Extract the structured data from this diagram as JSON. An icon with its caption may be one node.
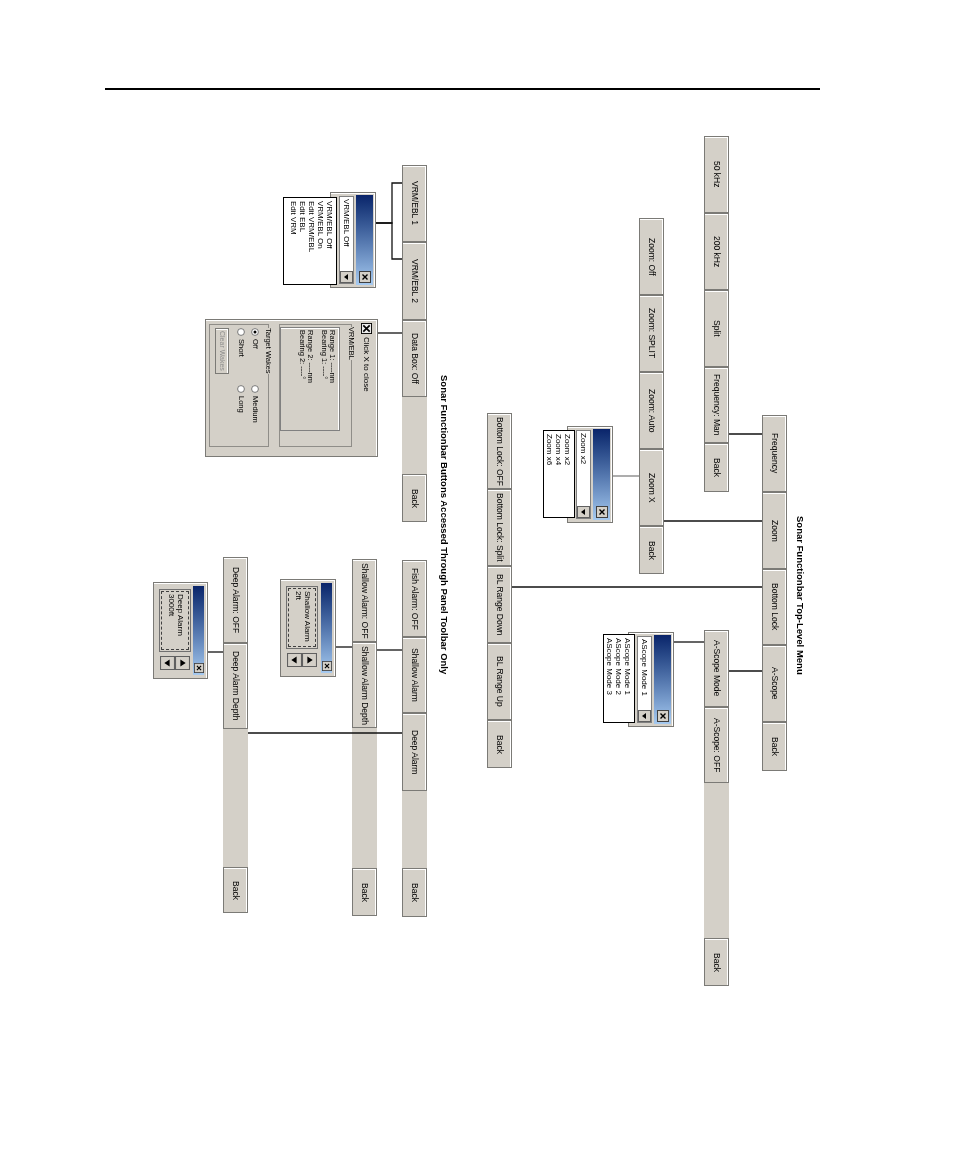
{
  "diagram": {
    "nodes": [
      {
        "text": [],
        "shape": "bar"
      },
      {
        "text": [
          "Frequency"
        ],
        "in": 0
      },
      {
        "text": [
          "Zoom"
        ],
        "in": 0
      },
      {
        "text": [
          "Bottom Lock"
        ],
        "in": 0
      },
      {
        "text": [
          "A-Scope"
        ],
        "in": 0
      },
      {
        "text": [
          "Back"
        ],
        "in": 0
      },
      {
        "text": [],
        "shape": "bar"
      },
      {
        "text": [
          "50 kHz"
        ],
        "in": 6
      },
      {
        "text": [
          "200 kHz"
        ],
        "in": 6
      },
      {
        "text": [
          "Split"
        ],
        "in": 6
      },
      {
        "text": [
          "Frequency: Man"
        ],
        "in": 6
      },
      {
        "text": [
          "Back"
        ],
        "in": 6
      },
      {
        "text": [],
        "shape": "bar"
      },
      {
        "text": [
          "Zoom: Off"
        ],
        "in": 12
      },
      {
        "text": [
          "Zoom: SPLIT"
        ],
        "in": 12
      },
      {
        "text": [
          "Zoom: Auto"
        ],
        "in": 12
      },
      {
        "text": [
          "Zoom X"
        ],
        "in": 12
      },
      {
        "text": [
          "Back"
        ],
        "in": 12
      },
      {
        "text": [
          "Zoom x2"
        ]
      },
      {
        "text": [
          "Zoom x2",
          "Zoom x4",
          "Zoom x6"
        ]
      },
      {
        "text": [],
        "shape": "bar"
      },
      {
        "text": [
          "Bottom Lock: OFF"
        ],
        "in": 20
      },
      {
        "text": [
          "Bottom Lock: Split"
        ],
        "in": 20
      },
      {
        "text": [
          "BL Range Down"
        ],
        "in": 20
      },
      {
        "text": [
          "BL Range Up"
        ],
        "in": 20
      },
      {
        "text": [
          "Back"
        ],
        "in": 20
      },
      {
        "text": [],
        "shape": "bar"
      },
      {
        "text": [
          "A-Scope Mode"
        ],
        "in": 26
      },
      {
        "text": [
          "A-Scope: OFF"
        ],
        "in": 26
      },
      {
        "text": [
          "Back"
        ],
        "in": 26
      },
      {
        "text": [
          "AScope Mode 1"
        ]
      },
      {
        "text": [
          "AScope Mode 1",
          "AScope Mode 2",
          "AScope Mode 3"
        ]
      },
      {
        "text": [],
        "shape": "bar"
      },
      {
        "text": [
          "VRM/EBL 1"
        ],
        "in": 32
      },
      {
        "text": [
          "VRM/EBL 2"
        ],
        "in": 32
      },
      {
        "text": [
          "Data Box: Off"
        ],
        "in": 32
      },
      {
        "text": [
          "Back"
        ],
        "in": 32
      },
      {
        "text": [
          "VRM/EBL Off"
        ]
      },
      {
        "text": [
          "VRM/EBL Off",
          "VRM/EBL On",
          "Edit VRM/EBL",
          "Edit EBL",
          "Edit VRM"
        ]
      },
      {
        "text": [
          "Click X to close"
        ]
      },
      {
        "text": [
          "VRM/EBL",
          "Range 1: ----nm",
          "Bearing 1: ----°",
          "Range 2: ----nm",
          "Bearing 2: ----°"
        ],
        "in": 39
      },
      {
        "text": [
          "Target Wakes",
          "Off",
          "Medium",
          "Short",
          "Long",
          "Clear Wakes"
        ],
        "in": 39
      },
      {
        "text": [],
        "shape": "bar"
      },
      {
        "text": [
          "Fish Alarm: OFF"
        ],
        "in": 42
      },
      {
        "text": [
          "Shallow Alarm"
        ],
        "in": 42
      },
      {
        "text": [
          "Deep Alarm"
        ],
        "in": 42
      },
      {
        "text": [
          "Back"
        ],
        "in": 42
      },
      {
        "text": [],
        "shape": "bar"
      },
      {
        "text": [
          "Shallow Alarm: OFF"
        ],
        "in": 47
      },
      {
        "text": [
          "Shallow Alarm Depth"
        ],
        "in": 47
      },
      {
        "text": [
          "Back"
        ],
        "in": 47
      },
      {
        "text": [
          "Shallow Alarm",
          "2ft"
        ]
      },
      {
        "text": [],
        "shape": "bar"
      },
      {
        "text": [
          "Deep Alarm: OFF"
        ],
        "in": 52
      },
      {
        "text": [
          "Deep Alarm Depth"
        ],
        "in": 52
      },
      {
        "text": [
          "Back"
        ],
        "in": 52
      },
      {
        "text": [
          "Deep Alarm",
          "3000ft"
        ]
      }
    ],
    "edges": [
      {
        "from": 1,
        "to": 6,
        "arrow": "none"
      },
      {
        "from": 2,
        "to": 12,
        "arrow": "none"
      },
      {
        "from": 3,
        "to": 20,
        "arrow": "none"
      },
      {
        "from": 4,
        "to": 26,
        "arrow": "none"
      },
      {
        "from": 16,
        "to": 18,
        "arrow": "none",
        "color": "#808080"
      },
      {
        "from": 27,
        "to": 30,
        "arrow": "none"
      },
      {
        "from": 33,
        "to": 37,
        "arrow": "none"
      },
      {
        "from": 34,
        "to": 37,
        "arrow": "none"
      },
      {
        "from": 35,
        "to": 39,
        "arrow": "none"
      },
      {
        "from": 44,
        "to": 47,
        "arrow": "none"
      },
      {
        "from": 45,
        "to": 52,
        "arrow": "none"
      },
      {
        "from": 49,
        "to": 51,
        "arrow": "none"
      },
      {
        "from": 54,
        "to": 56,
        "arrow": "none"
      }
    ],
    "labels": [
      "Sonar Functionbar Top-Level Menu",
      "Sonar Functionbar Buttons Accessed Through Panel Toolbar Only"
    ]
  }
}
